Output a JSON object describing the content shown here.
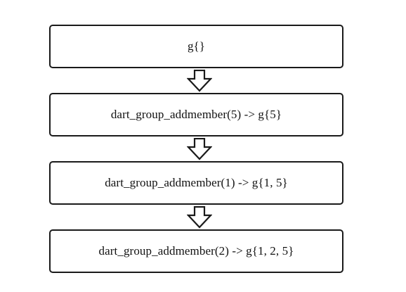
{
  "diagram": {
    "steps": [
      {
        "label": "g{}"
      },
      {
        "label": "dart_group_addmember(5) -> g{5}"
      },
      {
        "label": "dart_group_addmember(1) -> g{1, 5}"
      },
      {
        "label": "dart_group_addmember(2) -> g{1, 2, 5}"
      }
    ],
    "arrow_icon": "hollow-down-arrow-icon",
    "colors": {
      "stroke": "#1a1a1a",
      "background": "#ffffff"
    }
  }
}
